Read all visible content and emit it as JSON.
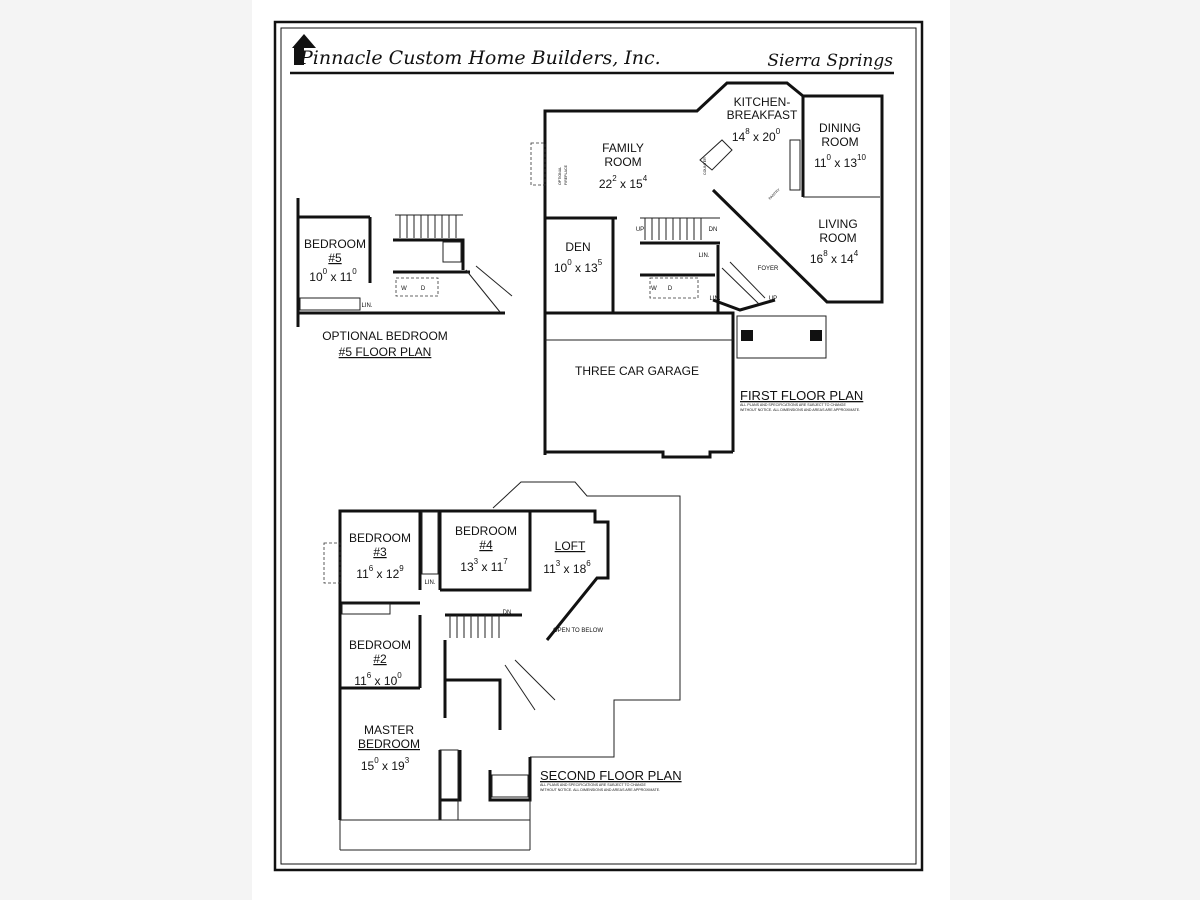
{
  "header": {
    "company": "Pinnacle Custom Home Builders, Inc.",
    "model": "Sierra Springs"
  },
  "first_floor": {
    "title": "FIRST FLOOR PLAN",
    "note_line1": "ALL PLANS AND SPECIFICATIONS ARE SUBJECT TO CHANGE",
    "note_line2": "WITHOUT NOTICE. ALL DIMENSIONS AND AREAS ARE APPROXIMATE.",
    "rooms": {
      "family": {
        "name1": "FAMILY",
        "name2": "ROOM",
        "w": "22",
        "wi": "2",
        "h": "15",
        "hi": "4"
      },
      "kitchen": {
        "name1": "KITCHEN-",
        "name2": "BREAKFAST",
        "w": "14",
        "wi": "8",
        "h": "20",
        "hi": "0"
      },
      "dining": {
        "name1": "DINING",
        "name2": "ROOM",
        "w": "11",
        "wi": "0",
        "h": "13",
        "hi": "10"
      },
      "living": {
        "name1": "LIVING",
        "name2": "ROOM",
        "w": "16",
        "wi": "8",
        "h": "14",
        "hi": "4"
      },
      "den": {
        "name1": "DEN",
        "w": "10",
        "wi": "0",
        "h": "13",
        "hi": "5"
      },
      "garage": {
        "name1": "THREE CAR GARAGE"
      }
    },
    "labels": {
      "foyer": "FOYER",
      "up": "UP",
      "dn": "DN",
      "lin": "LIN.",
      "w": "W",
      "d": "D",
      "counter": "COUNTER",
      "pantry": "PANTRY",
      "fireplace1": "OPTIONAL",
      "fireplace2": "FIREPLACE",
      "up2": "UP",
      "lin2": "LIN."
    }
  },
  "optional": {
    "title1": "OPTIONAL BEDROOM",
    "title2": "#5 FLOOR PLAN",
    "room": {
      "name1": "BEDROOM",
      "name2": "#5",
      "w": "10",
      "wi": "0",
      "h": "11",
      "hi": "0"
    },
    "labels": {
      "lin": "LIN.",
      "w": "W",
      "d": "D"
    }
  },
  "second_floor": {
    "title": "SECOND FLOOR PLAN",
    "note_line1": "ALL PLANS AND SPECIFICATIONS ARE SUBJECT TO CHANGE",
    "note_line2": "WITHOUT NOTICE. ALL DIMENSIONS AND AREAS ARE APPROXIMATE.",
    "rooms": {
      "bed3": {
        "name1": "BEDROOM",
        "name2": "#3",
        "w": "11",
        "wi": "6",
        "h": "12",
        "hi": "9"
      },
      "bed4": {
        "name1": "BEDROOM",
        "name2": "#4",
        "w": "13",
        "wi": "3",
        "h": "11",
        "hi": "7"
      },
      "loft": {
        "name1": "LOFT",
        "w": "11",
        "wi": "3",
        "h": "18",
        "hi": "6"
      },
      "bed2": {
        "name1": "BEDROOM",
        "name2": "#2",
        "w": "11",
        "wi": "6",
        "h": "10",
        "hi": "0"
      },
      "master": {
        "name1": "MASTER",
        "name2": "BEDROOM",
        "w": "15",
        "wi": "0",
        "h": "19",
        "hi": "3"
      }
    },
    "labels": {
      "open": "OPEN TO BELOW",
      "dn": "DN",
      "lin": "LIN."
    }
  }
}
